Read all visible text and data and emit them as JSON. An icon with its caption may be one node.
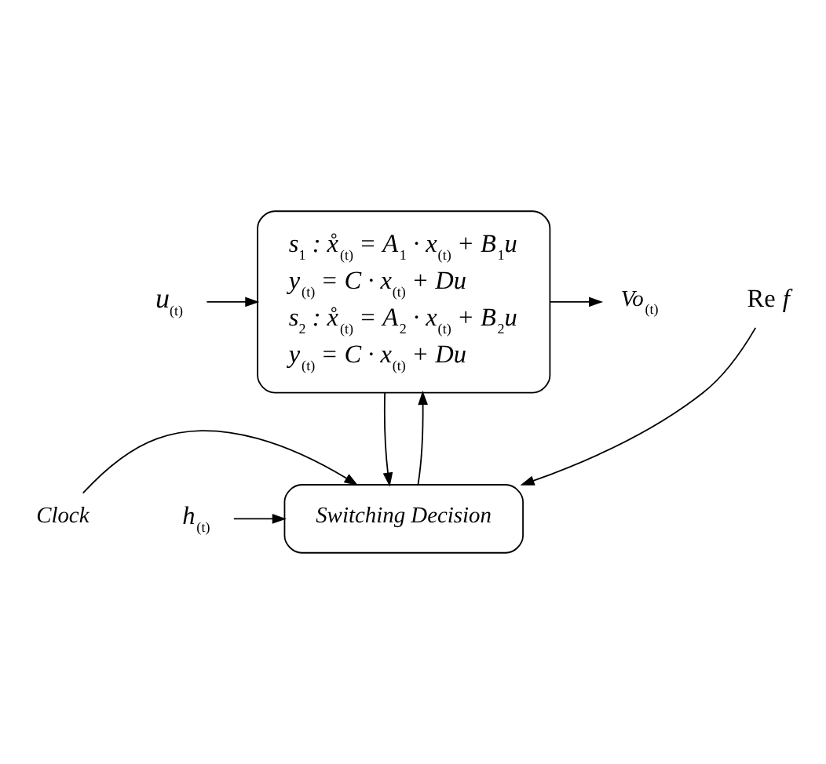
{
  "diagram": {
    "nodes": [
      {
        "text": [
          "u$_{(t)}$"
        ]
      },
      {
        "text": [
          "s$_{1}$ : x̊$_{(t)}$ = A$_{1}$ · x$_{(t)}$ + B$_{1}$u",
          "y$_{(t)}$ = C · x$_{(t)}$ + Du",
          "s$_{2}$ : x̊$_{(t)}$ = A$_{2}$ · x$_{(t)}$ + B$_{2}$u",
          "y$_{(t)}$ = C · x$_{(t)}$ + Du"
        ]
      },
      {
        "text": [
          "Vo$_{(t)}$"
        ]
      },
      {
        "text": [
          "Clock"
        ]
      },
      {
        "text": [
          "Switching Decision"
        ]
      },
      {
        "text": [
          "h$_{(t)}$"
        ]
      },
      {
        "text": [
          "Re *f*"
        ]
      }
    ],
    "edges": [
      {
        "from": 0,
        "to": 1,
        "arrow": "to"
      },
      {
        "from": 1,
        "to": 2,
        "arrow": "to"
      },
      {
        "from": 4,
        "to": 1,
        "arrow": "to"
      },
      {
        "from": 1,
        "to": 4,
        "arrow": "to"
      },
      {
        "from": 3,
        "to": 4,
        "arrow": "to"
      },
      {
        "from": 5,
        "to": 4,
        "arrow": "to"
      },
      {
        "from": 6,
        "to": 4,
        "arrow": "to"
      }
    ]
  }
}
